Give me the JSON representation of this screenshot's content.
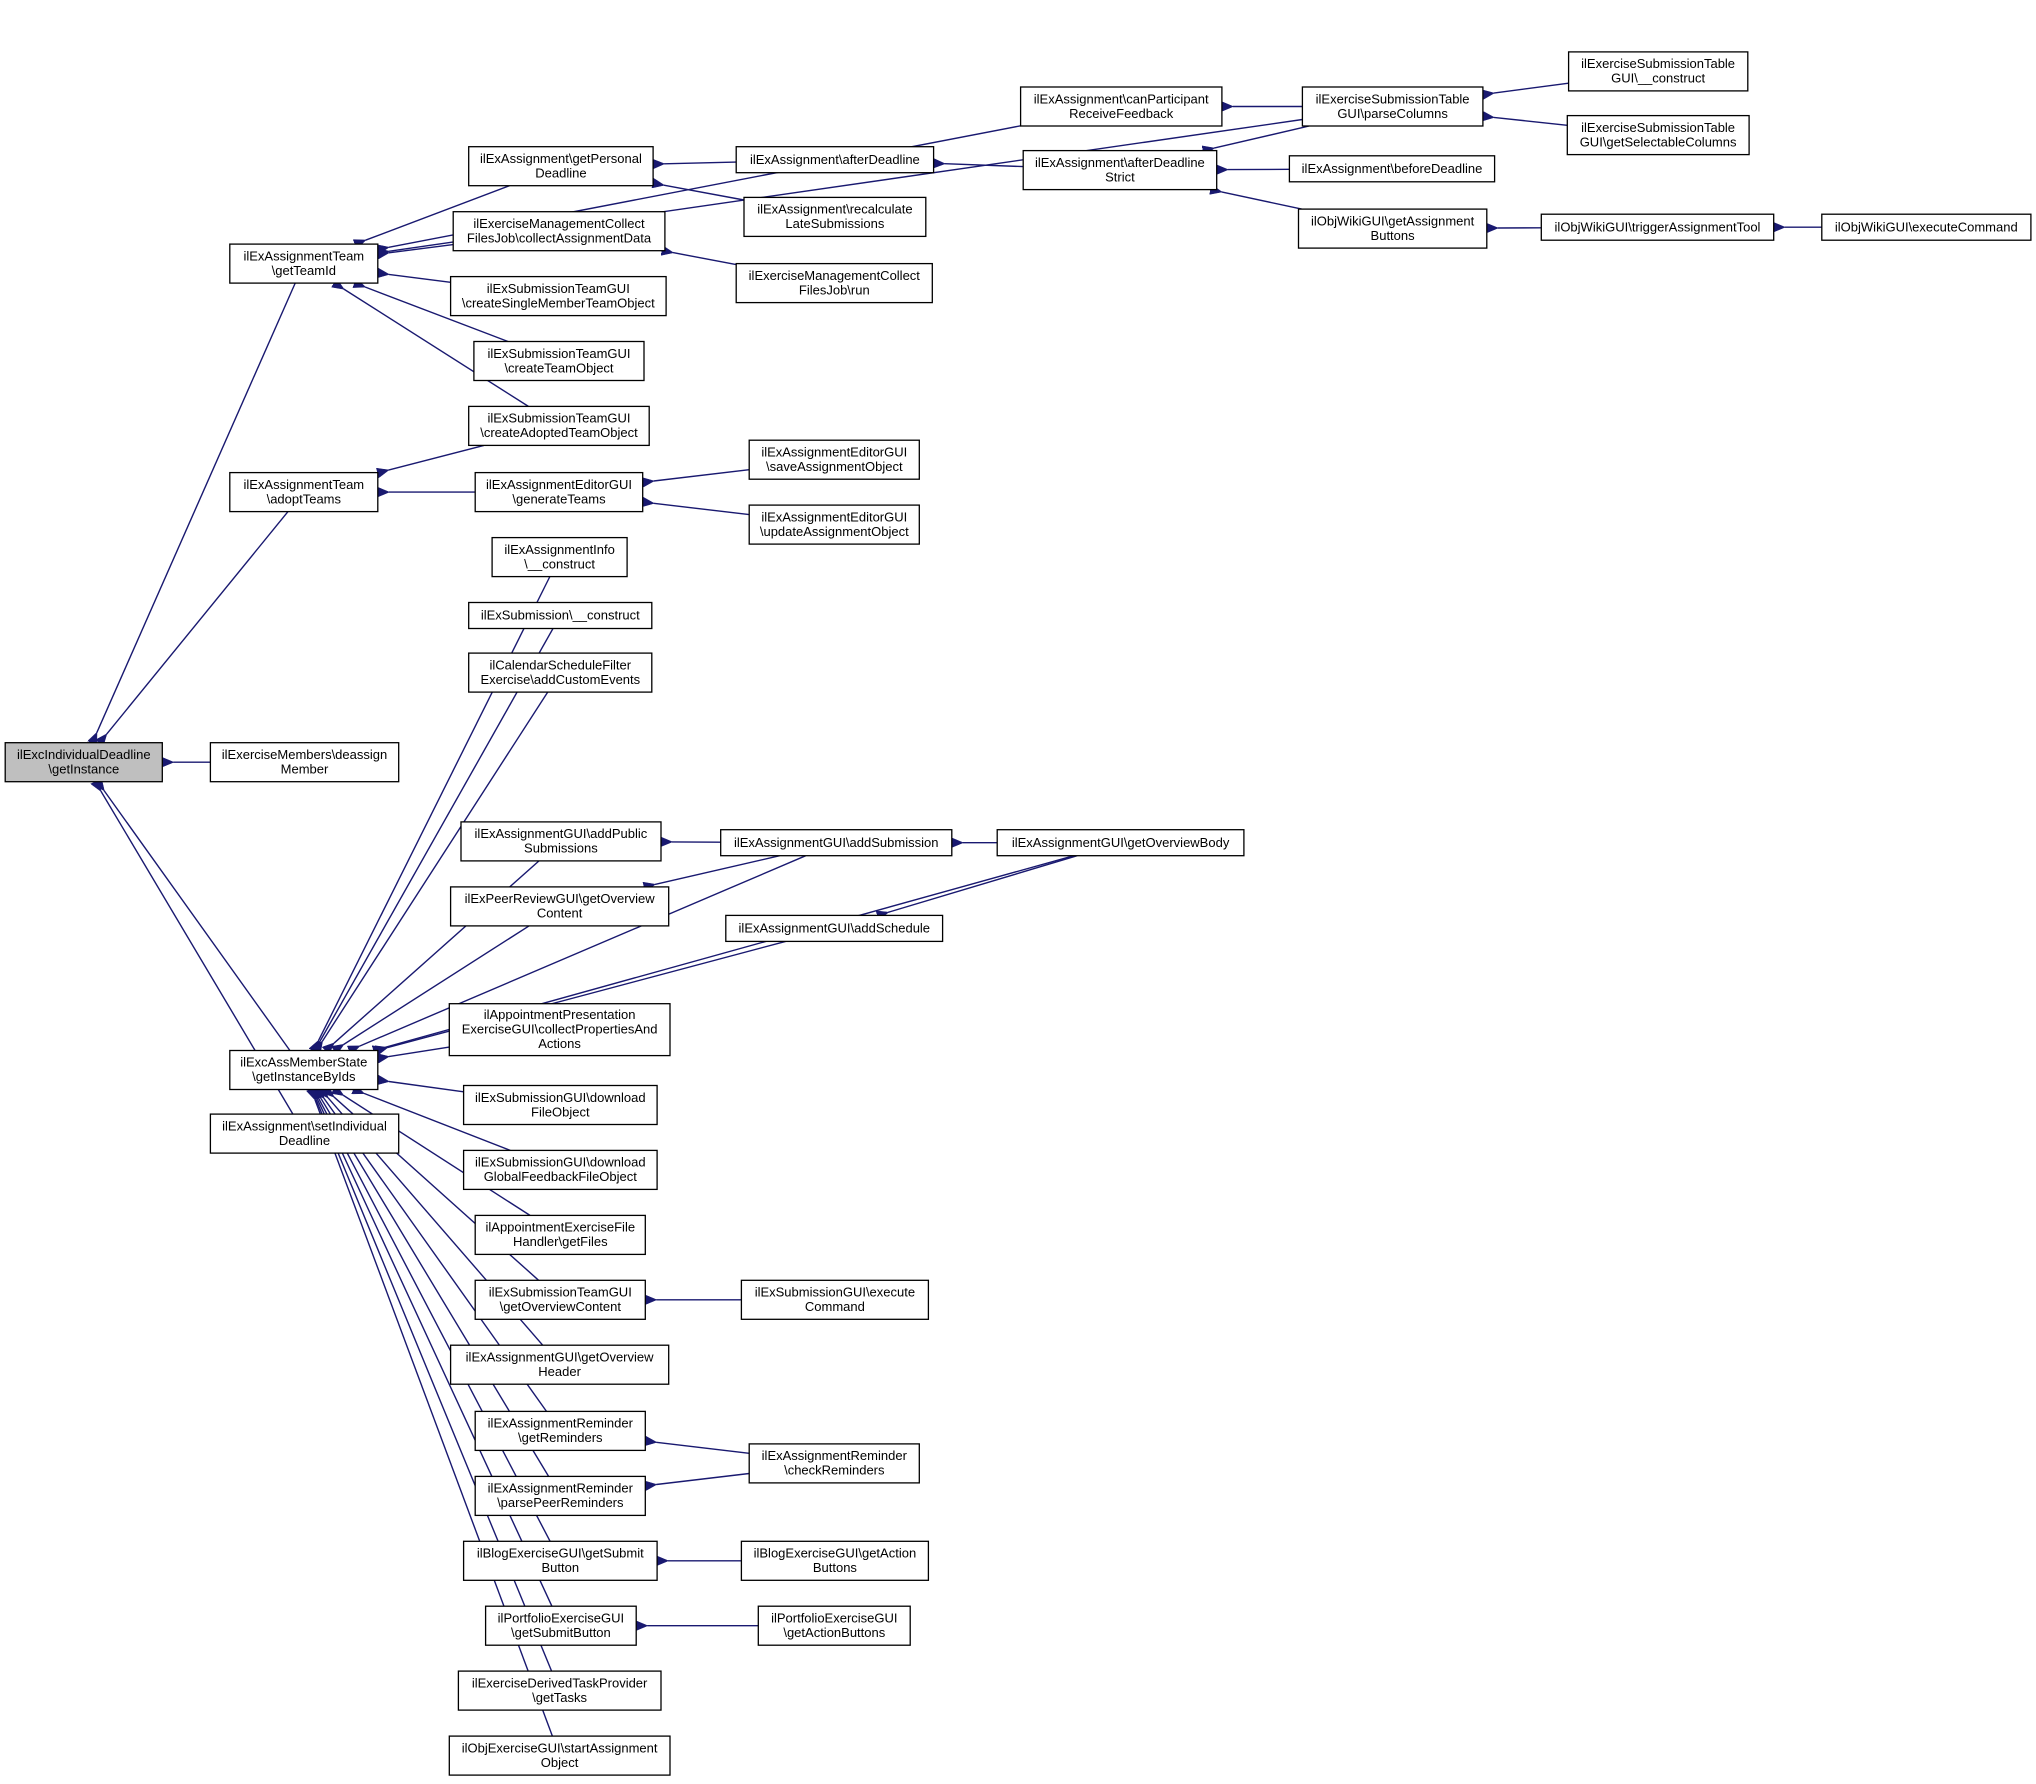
{
  "diagram": {
    "colors": {
      "edge": "#191970",
      "node_border": "#000000",
      "node_fill": "#ffffff",
      "root_fill": "#bfbfbf"
    },
    "nodes": [
      {
        "id": "n1",
        "lines": [
          "ilExcIndividualDeadline",
          "\\getInstance"
        ]
      },
      {
        "id": "n2",
        "lines": [
          "ilExAssignmentTeam",
          "\\getTeamId"
        ]
      },
      {
        "id": "n3",
        "lines": [
          "ilExAssignmentTeam",
          "\\adoptTeams"
        ]
      },
      {
        "id": "n4",
        "lines": [
          "ilExerciseMembers\\deassign",
          "Member"
        ]
      },
      {
        "id": "n5",
        "lines": [
          "ilExcAssMemberState",
          "\\getInstanceByIds"
        ]
      },
      {
        "id": "n6",
        "lines": [
          "ilExAssignment\\setIndividual",
          "Deadline"
        ]
      },
      {
        "id": "n7",
        "lines": [
          "ilExAssignment\\getPersonal",
          "Deadline"
        ]
      },
      {
        "id": "n8",
        "lines": [
          "ilExerciseManagementCollect",
          "FilesJob\\collectAssignmentData"
        ]
      },
      {
        "id": "n9",
        "lines": [
          "ilExSubmissionTeamGUI",
          "\\createSingleMemberTeamObject"
        ]
      },
      {
        "id": "n10",
        "lines": [
          "ilExSubmissionTeamGUI",
          "\\createTeamObject"
        ]
      },
      {
        "id": "n11",
        "lines": [
          "ilExSubmissionTeamGUI",
          "\\createAdoptedTeamObject"
        ]
      },
      {
        "id": "n12",
        "lines": [
          "ilExAssignmentEditorGUI",
          "\\generateTeams"
        ]
      },
      {
        "id": "n13",
        "lines": [
          "ilExAssignmentInfo",
          "\\__construct"
        ]
      },
      {
        "id": "n14",
        "lines": [
          "ilExSubmission\\__construct"
        ]
      },
      {
        "id": "n15",
        "lines": [
          "ilCalendarScheduleFilter",
          "Exercise\\addCustomEvents"
        ]
      },
      {
        "id": "n16",
        "lines": [
          "ilExAssignmentGUI\\addPublic",
          "Submissions"
        ]
      },
      {
        "id": "n17",
        "lines": [
          "ilExPeerReviewGUI\\getOverview",
          "Content"
        ]
      },
      {
        "id": "n18",
        "lines": [
          "ilAppointmentPresentation",
          "ExerciseGUI\\collectPropertiesAnd",
          "Actions"
        ]
      },
      {
        "id": "n19",
        "lines": [
          "ilExSubmissionGUI\\download",
          "FileObject"
        ]
      },
      {
        "id": "n20",
        "lines": [
          "ilExSubmissionGUI\\download",
          "GlobalFeedbackFileObject"
        ]
      },
      {
        "id": "n21",
        "lines": [
          "ilAppointmentExerciseFile",
          "Handler\\getFiles"
        ]
      },
      {
        "id": "n22",
        "lines": [
          "ilExSubmissionTeamGUI",
          "\\getOverviewContent"
        ]
      },
      {
        "id": "n23",
        "lines": [
          "ilExAssignmentGUI\\getOverview",
          "Header"
        ]
      },
      {
        "id": "n24",
        "lines": [
          "ilExAssignmentReminder",
          "\\getReminders"
        ]
      },
      {
        "id": "n25",
        "lines": [
          "ilExAssignmentReminder",
          "\\parsePeerReminders"
        ]
      },
      {
        "id": "n26",
        "lines": [
          "ilBlogExerciseGUI\\getSubmit",
          "Button"
        ]
      },
      {
        "id": "n27",
        "lines": [
          "ilPortfolioExerciseGUI",
          "\\getSubmitButton"
        ]
      },
      {
        "id": "n28",
        "lines": [
          "ilExerciseDerivedTaskProvider",
          "\\getTasks"
        ]
      },
      {
        "id": "n29",
        "lines": [
          "ilObjExerciseGUI\\startAssignment",
          "Object"
        ]
      },
      {
        "id": "n30",
        "lines": [
          "ilExAssignment\\canParticipant",
          "ReceiveFeedback"
        ]
      },
      {
        "id": "n31",
        "lines": [
          "ilExAssignment\\afterDeadline"
        ]
      },
      {
        "id": "n32",
        "lines": [
          "ilExAssignment\\recalculate",
          "LateSubmissions"
        ]
      },
      {
        "id": "n33",
        "lines": [
          "ilExerciseManagementCollect",
          "FilesJob\\run"
        ]
      },
      {
        "id": "n34",
        "lines": [
          "ilExAssignmentEditorGUI",
          "\\saveAssignmentObject"
        ]
      },
      {
        "id": "n35",
        "lines": [
          "ilExAssignmentEditorGUI",
          "\\updateAssignmentObject"
        ]
      },
      {
        "id": "n36",
        "lines": [
          "ilExAssignmentGUI\\addSubmission"
        ]
      },
      {
        "id": "n37",
        "lines": [
          "ilExAssignmentGUI\\addSchedule"
        ]
      },
      {
        "id": "n38",
        "lines": [
          "ilExSubmissionGUI\\execute",
          "Command"
        ]
      },
      {
        "id": "n39",
        "lines": [
          "ilExAssignmentReminder",
          "\\checkReminders"
        ]
      },
      {
        "id": "n40",
        "lines": [
          "ilBlogExerciseGUI\\getAction",
          "Buttons"
        ]
      },
      {
        "id": "n41",
        "lines": [
          "ilPortfolioExerciseGUI",
          "\\getActionButtons"
        ]
      },
      {
        "id": "n42",
        "lines": [
          "ilExAssignment\\afterDeadline",
          "Strict"
        ]
      },
      {
        "id": "n43",
        "lines": [
          "ilExAssignmentGUI\\getOverviewBody"
        ]
      },
      {
        "id": "n44",
        "lines": [
          "ilExerciseSubmissionTable",
          "GUI\\parseColumns"
        ]
      },
      {
        "id": "n45",
        "lines": [
          "ilExAssignment\\beforeDeadline"
        ]
      },
      {
        "id": "n46",
        "lines": [
          "ilObjWikiGUI\\getAssignment",
          "Buttons"
        ]
      },
      {
        "id": "n47",
        "lines": [
          "ilExerciseSubmissionTable",
          "GUI\\__construct"
        ]
      },
      {
        "id": "n48",
        "lines": [
          "ilExerciseSubmissionTable",
          "GUI\\getSelectableColumns"
        ]
      },
      {
        "id": "n49",
        "lines": [
          "ilObjWikiGUI\\triggerAssignmentTool"
        ]
      },
      {
        "id": "n50",
        "lines": [
          "ilObjWikiGUI\\executeCommand"
        ]
      }
    ]
  }
}
